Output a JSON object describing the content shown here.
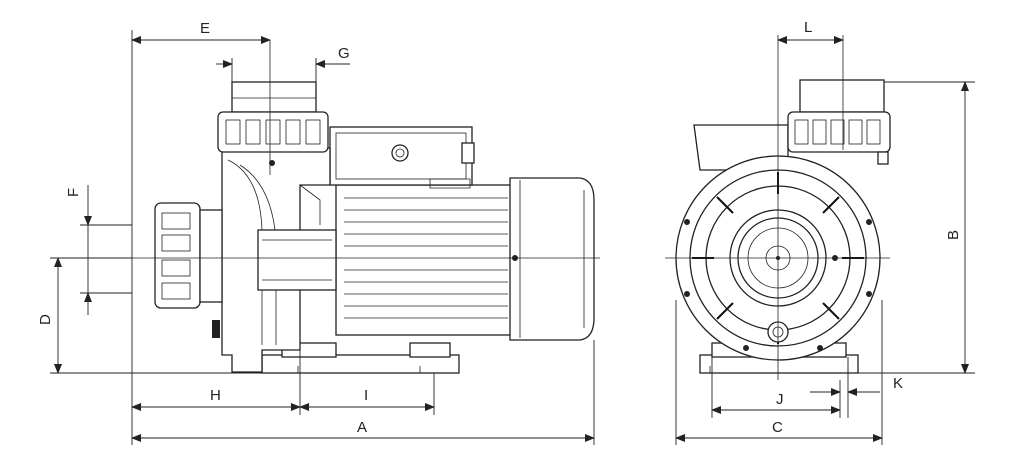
{
  "dimension_labels": {
    "A": "A",
    "B": "B",
    "C": "C",
    "D": "D",
    "E": "E",
    "F": "F",
    "G": "G",
    "H": "H",
    "I": "I",
    "J": "J",
    "K": "K",
    "L": "L"
  }
}
